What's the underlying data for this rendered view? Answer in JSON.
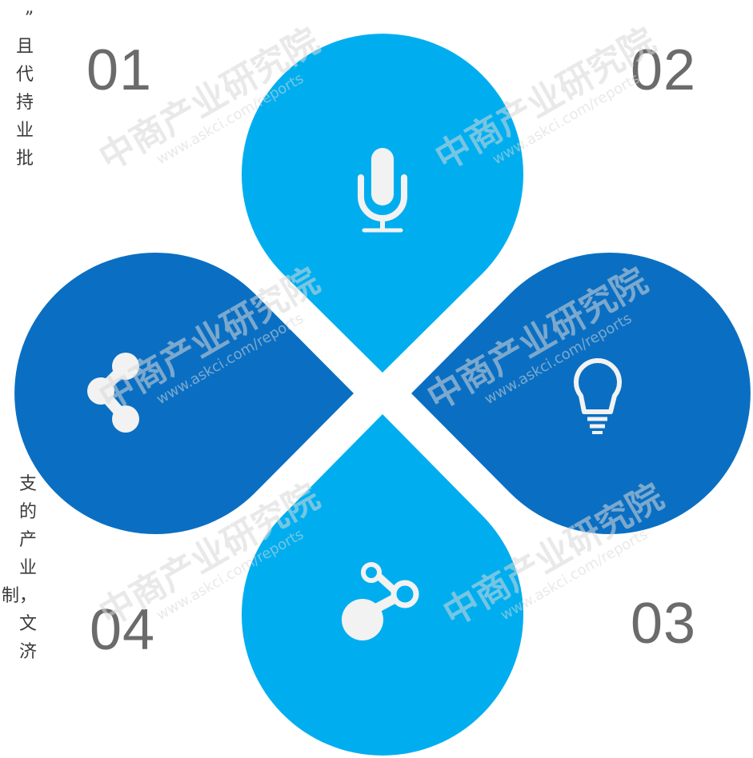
{
  "labels": {
    "n1": "01",
    "n2": "02",
    "n3": "03",
    "n4": "04"
  },
  "left_text_top": [
    "”",
    "且",
    "代",
    "持",
    "业",
    "批"
  ],
  "left_text_bottom": [
    "支",
    "的",
    "产",
    "业",
    "制，",
    "文",
    "济"
  ],
  "watermark": {
    "name": "中商产业研究院",
    "url": "www.askci.com/reports"
  },
  "colors": {
    "light_blue": "#00aeef",
    "dark_blue": "#0a6fc2",
    "number_gray": "#6b6b6b",
    "icon_white": "#f2f2f2"
  },
  "icons": {
    "top": "microphone-icon",
    "right": "lightbulb-icon",
    "bottom": "molecule-icon",
    "left": "share-icon"
  }
}
